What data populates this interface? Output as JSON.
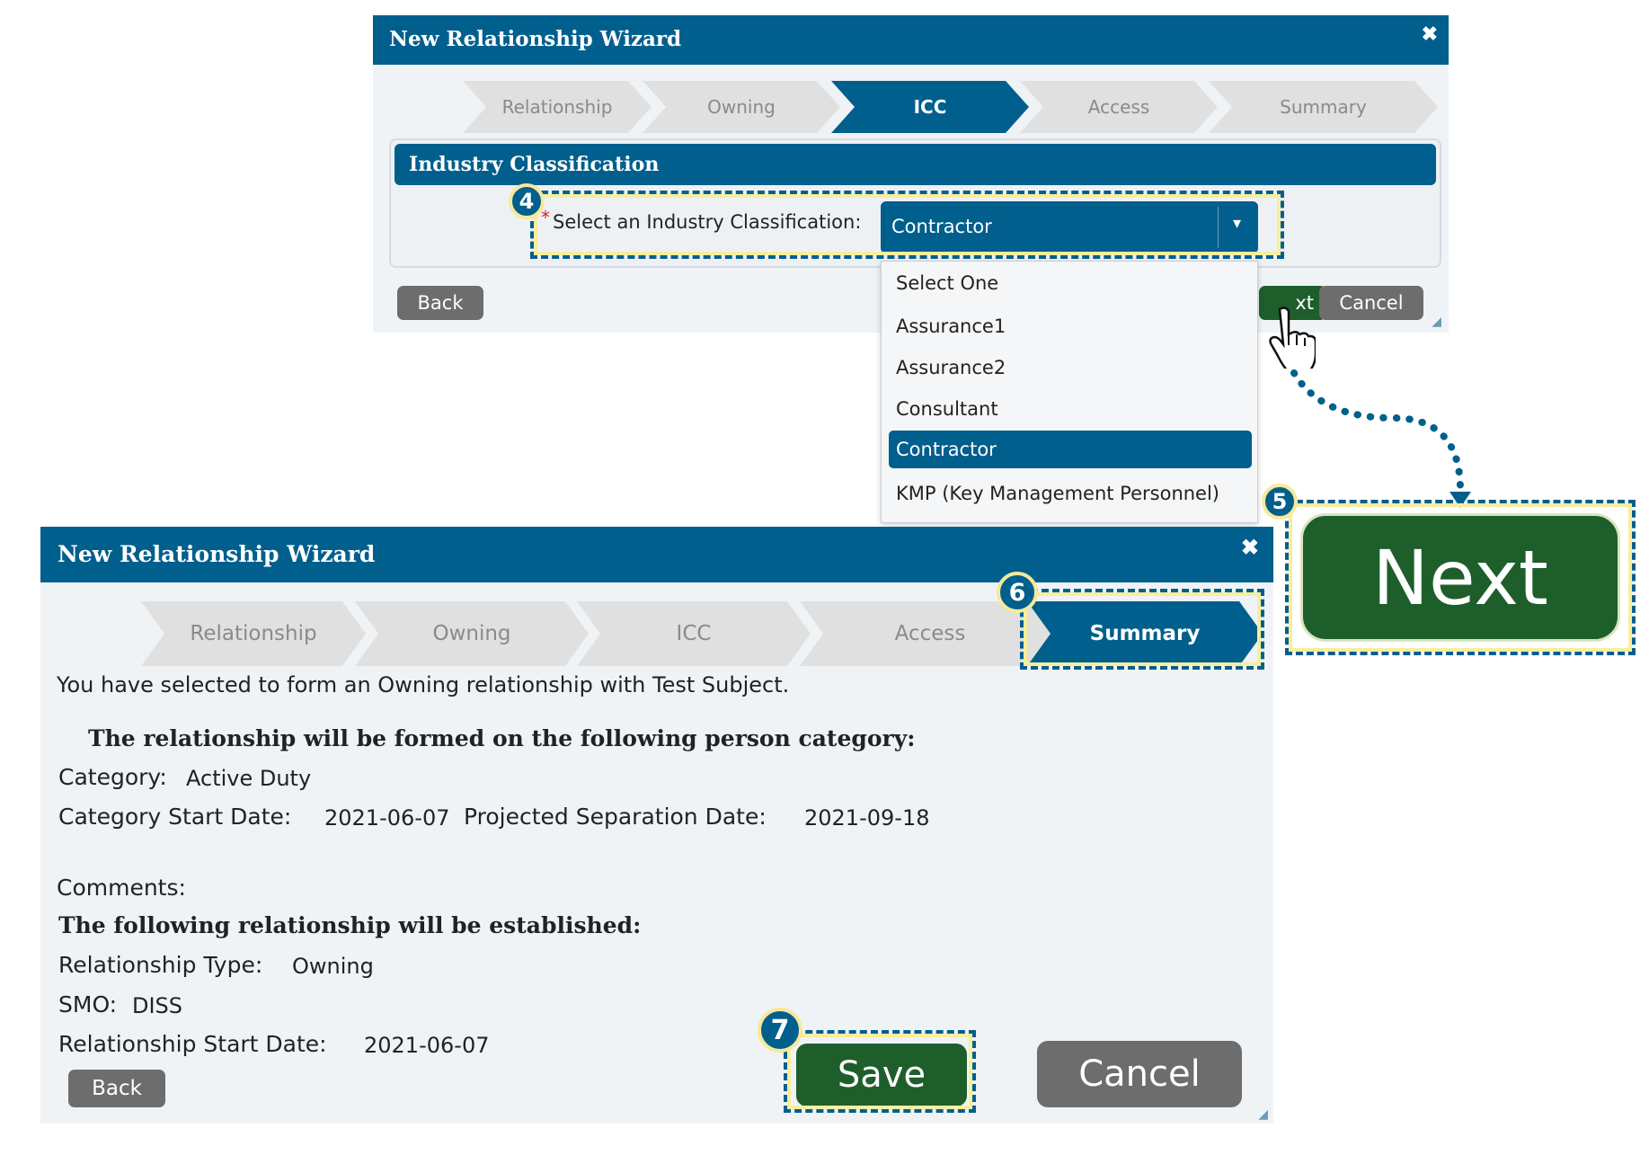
{
  "top_dialog": {
    "title": "New Relationship Wizard",
    "close_glyph": "✖",
    "steps": [
      {
        "label": "Relationship"
      },
      {
        "label": "Owning"
      },
      {
        "label": "ICC"
      },
      {
        "label": "Access"
      },
      {
        "label": "Summary"
      }
    ],
    "section_title": "Industry Classification",
    "required_mark": "*",
    "field_label": "Select an Industry Classification:",
    "select_value": "Contractor",
    "dropdown_options": [
      "Select One",
      "Assurance1",
      "Assurance2",
      "Consultant",
      "Contractor",
      "KMP (Key Management Personnel)"
    ],
    "back_label": "Back",
    "next_partial_label": "xt",
    "cancel_label": "Cancel"
  },
  "callouts": {
    "step4": "4",
    "step5": "5",
    "step6": "6",
    "step7": "7",
    "next_zoom_label": "Next"
  },
  "bottom_dialog": {
    "title": "New Relationship Wizard",
    "close_glyph": "✖",
    "steps": [
      {
        "label": "Relationship"
      },
      {
        "label": "Owning"
      },
      {
        "label": "ICC"
      },
      {
        "label": "Access"
      },
      {
        "label": "Summary"
      }
    ],
    "intro": "You have selected to form an Owning relationship with Test Subject.",
    "person_category_heading": "The relationship will be formed on the following person category:",
    "category_label": "Category:",
    "category_value": "Active Duty",
    "start_date_label": "Category Start Date:",
    "start_date_value": "2021-06-07",
    "separation_label": "Projected Separation Date:",
    "separation_value": "2021-09-18",
    "comments_label": "Comments:",
    "established_heading": "The following relationship will be established:",
    "rel_type_label": "Relationship Type:",
    "rel_type_value": "Owning",
    "smo_label": "SMO:",
    "smo_value": "DISS",
    "rel_start_label": "Relationship Start Date:",
    "rel_start_value": "2021-06-07",
    "back_label": "Back",
    "save_label": "Save",
    "cancel_label": "Cancel"
  },
  "colors": {
    "brand_blue": "#015f8d",
    "save_green": "#1e5e2b",
    "highlight_yellow": "#f8ee9c"
  }
}
